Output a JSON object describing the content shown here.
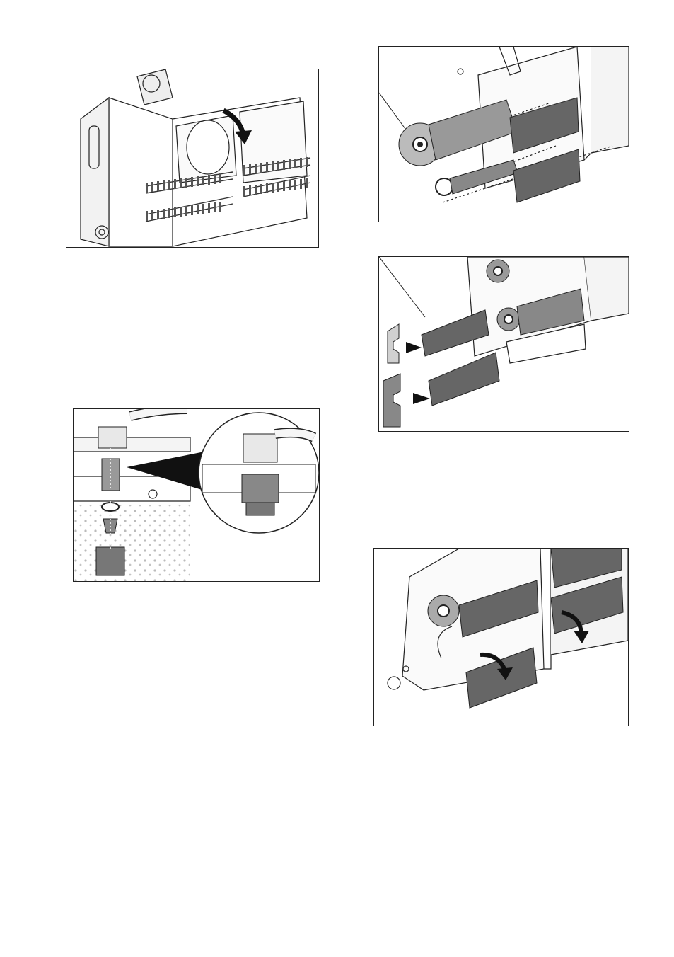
{
  "page": {
    "background": "#ffffff"
  },
  "figures": [
    {
      "id": "fig1",
      "subject": "brush-unit-removal",
      "icon": "curved-arrow-down"
    },
    {
      "id": "fig2",
      "subject": "brush-rollers-exploded",
      "icon": "roller-brush"
    },
    {
      "id": "fig3",
      "subject": "brush-strip-insert",
      "icon": "arrow-right"
    },
    {
      "id": "fig4",
      "subject": "nozzle-assembly",
      "icon": "magnifier-detail"
    },
    {
      "id": "fig5",
      "subject": "brush-strip-rotate",
      "icon": "curved-arrow-down"
    }
  ],
  "colors": {
    "line": "#222222",
    "fill_dark": "#555555",
    "fill_mid": "#9a9a9a",
    "fill_light": "#d8d8d8",
    "arrow": "#111111"
  }
}
